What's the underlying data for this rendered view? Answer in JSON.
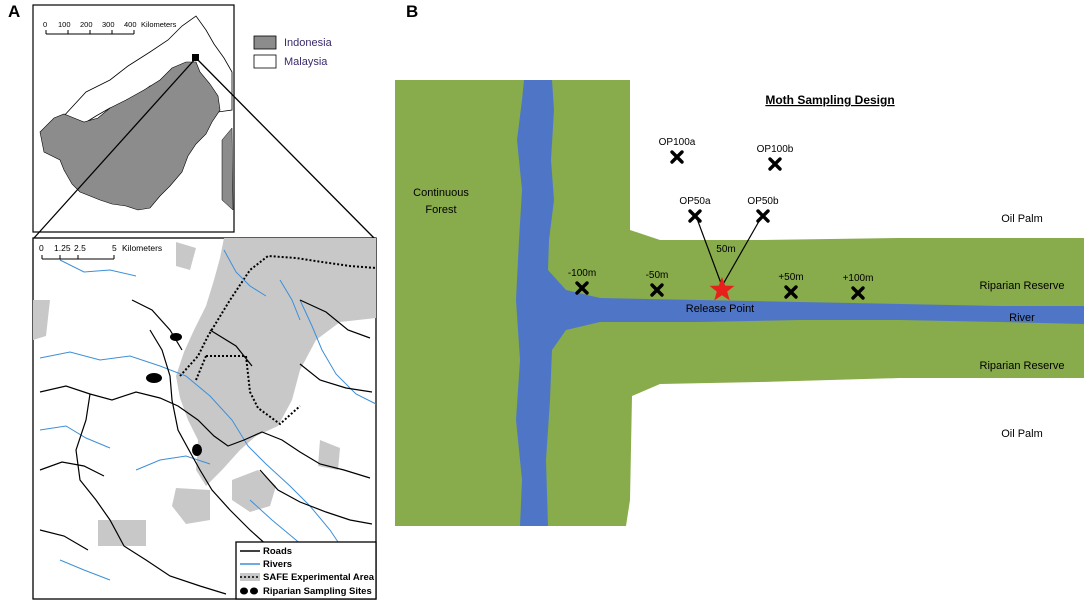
{
  "panels": {
    "a": "A",
    "b": "B"
  },
  "panel_a": {
    "overview_scale": {
      "ticks": [
        "0",
        "100",
        "200",
        "300",
        "400"
      ],
      "unit": "Kilometers"
    },
    "overview_legend": [
      {
        "label": "Indonesia",
        "color": "#8c8c8c"
      },
      {
        "label": "Malaysia",
        "color": "#ffffff"
      }
    ],
    "detail_scale": {
      "ticks": [
        "0",
        "1.25",
        "2.5",
        "5"
      ],
      "unit": "Kilometers"
    },
    "detail_legend": [
      {
        "label": "Roads",
        "symbol": "line",
        "color": "#000000"
      },
      {
        "label": "Rivers",
        "symbol": "line",
        "color": "#3d8fd8"
      },
      {
        "label": "SAFE Experimental Area",
        "symbol": "area",
        "color": "#c8c8c8"
      },
      {
        "label": "Riparian Sampling Sites",
        "symbol": "dots",
        "color": "#000000"
      }
    ]
  },
  "panel_b": {
    "title": "Moth Sampling Design",
    "colors": {
      "forest": "#88ab4c",
      "river": "#4f76c6",
      "marker": "#000000",
      "star": "#e8201b"
    },
    "regions": {
      "continuous_forest": "Continuous\nForest",
      "oil_palm_top": "Oil Palm",
      "riparian_top": "Riparian Reserve",
      "river": "River",
      "riparian_bottom": "Riparian Reserve",
      "oil_palm_bottom": "Oil Palm"
    },
    "release_point": "Release Point",
    "distance_label": "50m",
    "traps": [
      {
        "label": "OP100a"
      },
      {
        "label": "OP100b"
      },
      {
        "label": "OP50a"
      },
      {
        "label": "OP50b"
      },
      {
        "label": "-100m"
      },
      {
        "label": "-50m"
      },
      {
        "label": "+50m"
      },
      {
        "label": "+100m"
      }
    ]
  }
}
